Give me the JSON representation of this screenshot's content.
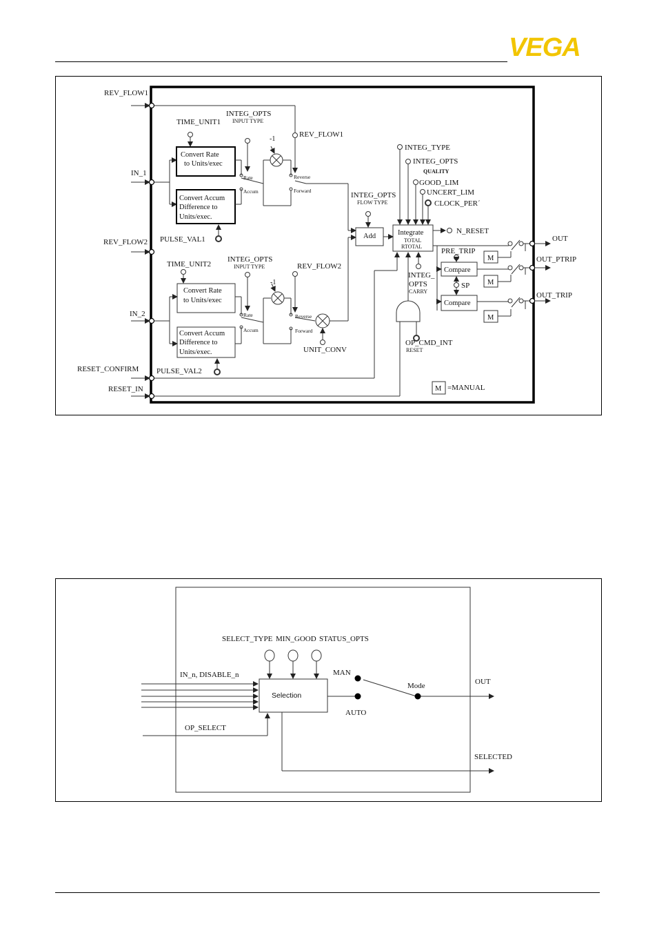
{
  "brand": {
    "logo_text": "VEGA",
    "logo_color": "#f2c500"
  },
  "integrator": {
    "inputs": {
      "rev_flow1": "REV_FLOW1",
      "in_1": "IN_1",
      "rev_flow2": "REV_FLOW2",
      "in_2": "IN_2",
      "reset_confirm": "RESET_CONFIRM",
      "reset_in": "RESET_IN"
    },
    "params": {
      "time_unit1": "TIME_UNIT1",
      "time_unit2": "TIME_UNIT2",
      "integ_opts": "INTEG_OPTS",
      "input_type": "INPUT TYPE",
      "rev_flow1": "REV_FLOW1",
      "rev_flow2": "REV_FLOW2",
      "pulse_val1": "PULSE_VAL1",
      "pulse_val2": "PULSE_VAL2",
      "integ_type": "INTEG_TYPE",
      "integ_opts_quality": "INTEG_OPTS",
      "quality": "QUALITY",
      "good_lim": "GOOD_LIM",
      "uncert_lim": "UNCERT_LIM",
      "clock_per": "CLOCK_PER´",
      "integ_opts_flow": "INTEG_OPTS",
      "flow_type": "FLOW TYPE",
      "integ_carry_1": "INTEG_",
      "integ_carry_2": "OPTS",
      "carry": "CARRY",
      "pre_trip": "PRE_TRIP",
      "sp": "SP",
      "unit_conv": "UNIT_CONV",
      "op_cmd_int": "OP_CMD_INT",
      "reset": "RESET",
      "n_reset": "N_RESET"
    },
    "blocks": {
      "convert_rate_1": "Convert Rate",
      "convert_rate_2": "to Units/exec",
      "convert_accum_1": "Convert Accum",
      "convert_accum_2": "Difference to",
      "convert_accum_3": "Units/exec.",
      "add": "Add",
      "integrate": "Integrate",
      "total": "TOTAL",
      "rtotal": "RTOTAL",
      "compare": "Compare",
      "manual_box": "M",
      "manual_legend": "=MANUAL",
      "minus_one": "-1",
      "rate": "Rate",
      "accum": "Accum",
      "reverse": "Reverse",
      "forward": "Forward"
    },
    "outputs": {
      "out": "OUT",
      "out_ptrip": "OUT_PTRIP",
      "out_trip": "OUT_TRIP"
    }
  },
  "selector": {
    "params": {
      "select_type": "SELECT_TYPE",
      "min_good": "MIN_GOOD",
      "status_opts": "STATUS_OPTS"
    },
    "inputs": {
      "in_disable": "IN_n, DISABLE_n",
      "op_select": "OP_SELECT"
    },
    "block": "Selection",
    "switch": {
      "man": "MAN",
      "auto": "AUTO",
      "mode": "Mode"
    },
    "outputs": {
      "out": "OUT",
      "selected": "SELECTED"
    }
  }
}
